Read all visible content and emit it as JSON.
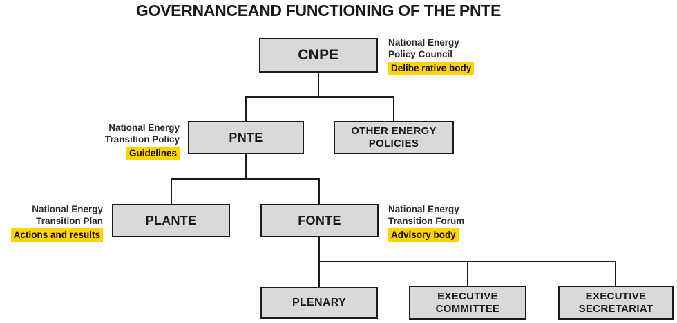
{
  "title": "GOVERNANCEAND FUNCTIONING OF THE PNTE",
  "colors": {
    "box_fill": "#d9d9d9",
    "box_border": "#1a1a1a",
    "line": "#1a1a1a",
    "highlight": "#ffd400",
    "text": "#1a1a1a",
    "label_text": "#2a2a2a"
  },
  "nodes": {
    "cnpe": "CNPE",
    "pnte": "PNTE",
    "other_energy": {
      "line1": "OTHER ENERGY",
      "line2": "POLICIES"
    },
    "plante": "PLANTE",
    "fonte": "FONTE",
    "plenary": "PLENARY",
    "executive_committee": {
      "line1": "EXECUTIVE",
      "line2": "COMMITTEE"
    },
    "executive_secretariat": {
      "line1": "EXECUTIVE",
      "line2": "SECRETARIAT"
    }
  },
  "annotations": {
    "cnpe": {
      "line1": "National Energy",
      "line2": "Policy Council",
      "tag": "Delibe rative body"
    },
    "pnte": {
      "line1": "National Energy",
      "line2": "Transition Policy",
      "tag": "Guidelines"
    },
    "plante": {
      "line1": "National Energy",
      "line2": "Transition Plan",
      "tag": "Actions and results"
    },
    "fonte": {
      "line1": "National Energy",
      "line2": "Transition Forum",
      "tag": "Advisory body"
    }
  }
}
